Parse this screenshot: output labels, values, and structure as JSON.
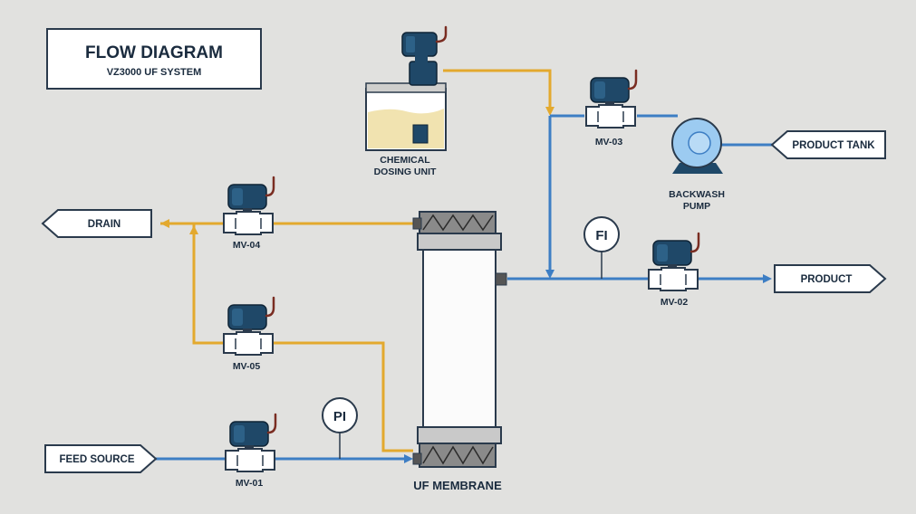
{
  "title": {
    "main": "FLOW DIAGRAM",
    "sub": "VZ3000 UF SYSTEM"
  },
  "tags": {
    "drain": "DRAIN",
    "feed_source": "FEED SOURCE",
    "product": "PRODUCT",
    "product_tank": "PRODUCT TANK"
  },
  "valves": {
    "mv01": "MV-01",
    "mv02": "MV-02",
    "mv03": "MV-03",
    "mv04": "MV-04",
    "mv05": "MV-05"
  },
  "instruments": {
    "pi": "PI",
    "fi": "FI"
  },
  "equipment": {
    "dosing_line1": "CHEMICAL",
    "dosing_line2": "DOSING UNIT",
    "pump_line1": "BACKWASH",
    "pump_line2": "PUMP",
    "membrane": "UF MEMBRANE"
  },
  "colors": {
    "background": "#e1e1df",
    "clean_water": "#3d7ec4",
    "waste_chemical": "#e3a92e",
    "valve_actuator": "#1f4868",
    "outline": "#2a3a4c"
  }
}
